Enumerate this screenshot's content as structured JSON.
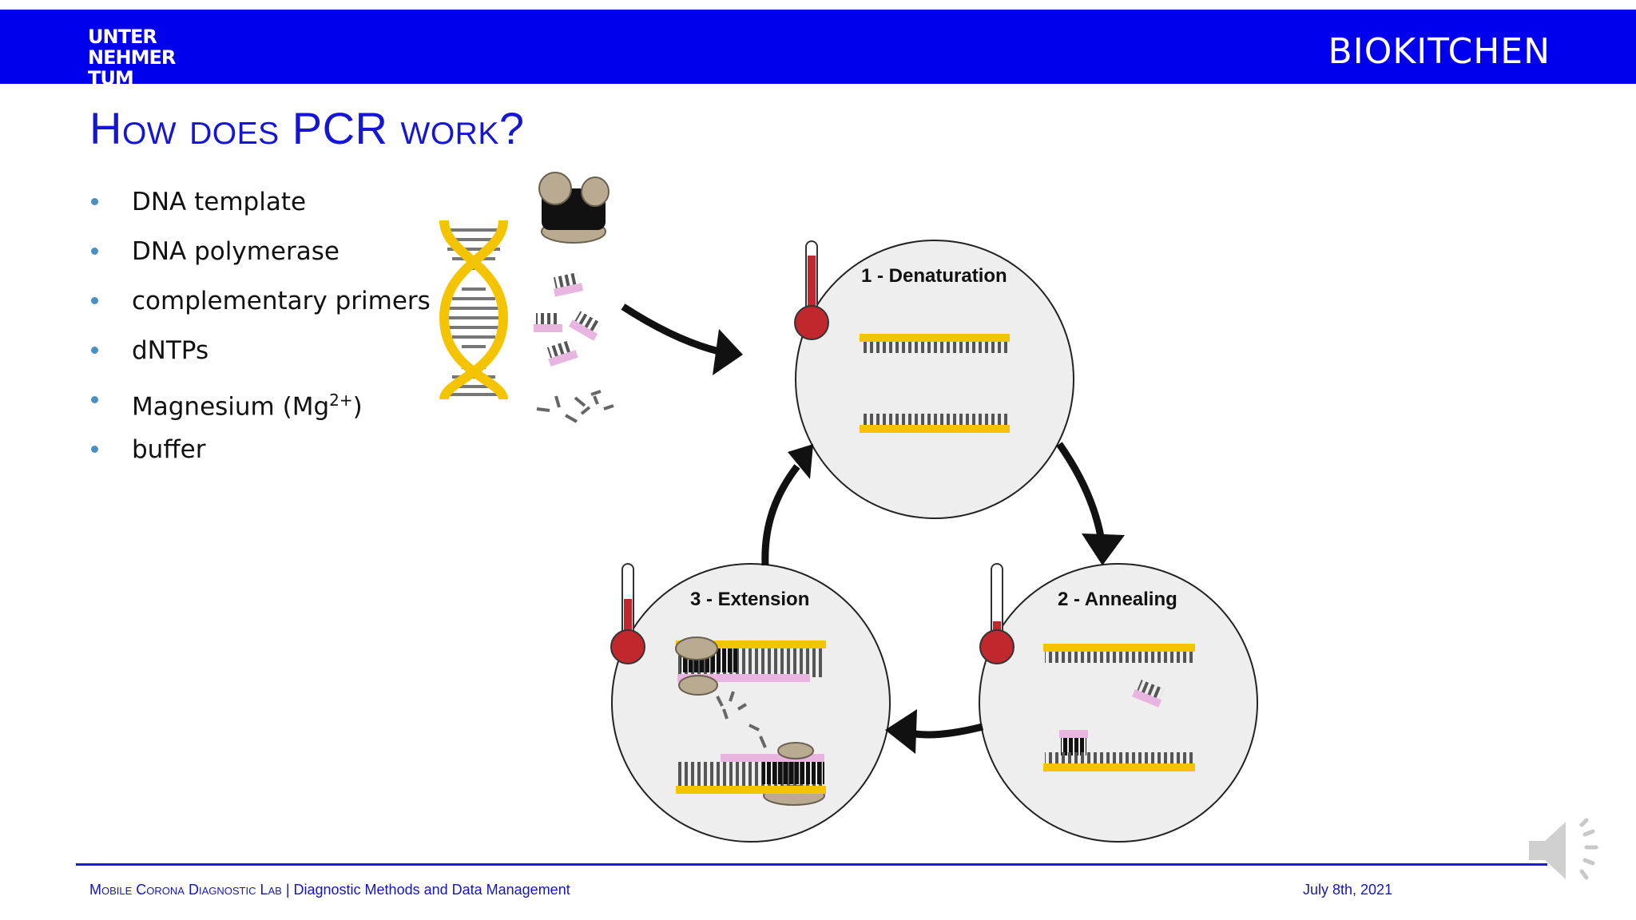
{
  "header": {
    "logo_left_lines": [
      "UNTER",
      "NEHMER",
      "TUM"
    ],
    "logo_right": "BIOKITCHEN",
    "bg_color": "#0000ee"
  },
  "slide": {
    "title": "How does PCR work?",
    "bullets": [
      "DNA template",
      "DNA polymerase",
      "complementary primers",
      "dNTPs",
      "Magnesium (Mg",
      "buffer"
    ],
    "mg_superscript": "2+",
    "mg_suffix": ")"
  },
  "cycle": {
    "steps": [
      {
        "label": "1 - Denaturation",
        "temperature_level": 0.8
      },
      {
        "label": "2 - Annealing",
        "temperature_level": 0.35
      },
      {
        "label": "3 - Extension",
        "temperature_level": 0.6
      }
    ]
  },
  "footer": {
    "left_smallcaps": "Mobile Corona Diagnostic Lab",
    "left_rest": " | Diagnostic Methods and Data Management",
    "right": "July 8th, 2021"
  },
  "colors": {
    "title": "#1515d4",
    "bullet": "#4a8fc1",
    "strand": "#f5c400",
    "primer": "#e8b4e0",
    "thermo": "#c0282e"
  }
}
